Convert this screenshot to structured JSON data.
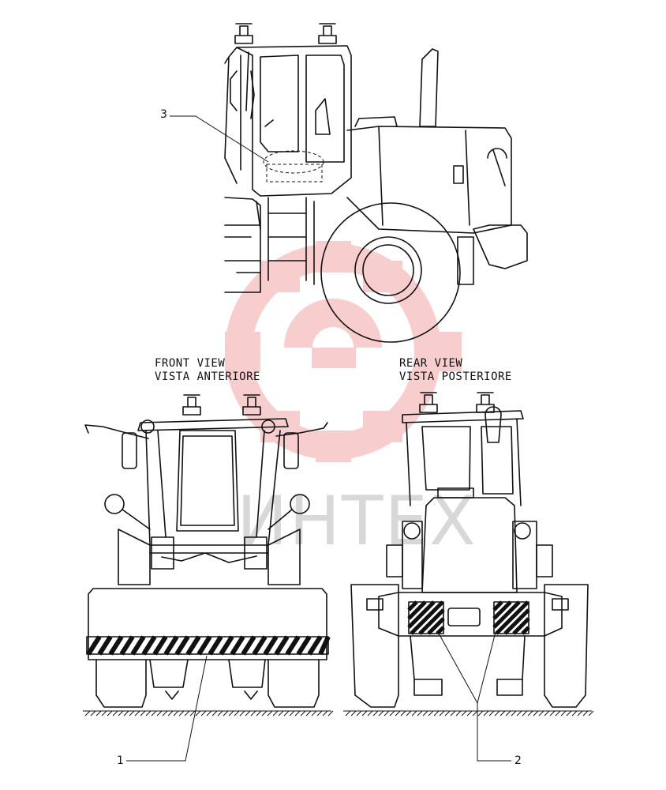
{
  "watermark": {
    "text": "ИНТЕХ",
    "color": "#f4a6a6"
  },
  "views": {
    "front": {
      "title_en": "FRONT VIEW",
      "title_it": "VISTA ANTERIORE"
    },
    "rear": {
      "title_en": "REAR VIEW",
      "title_it": "VISTA POSTERIORE"
    }
  },
  "callouts": {
    "c1": "1",
    "c2": "2",
    "c3": "3"
  },
  "colors": {
    "line": "#111111",
    "stripe": "#111111",
    "background": "#ffffff"
  }
}
